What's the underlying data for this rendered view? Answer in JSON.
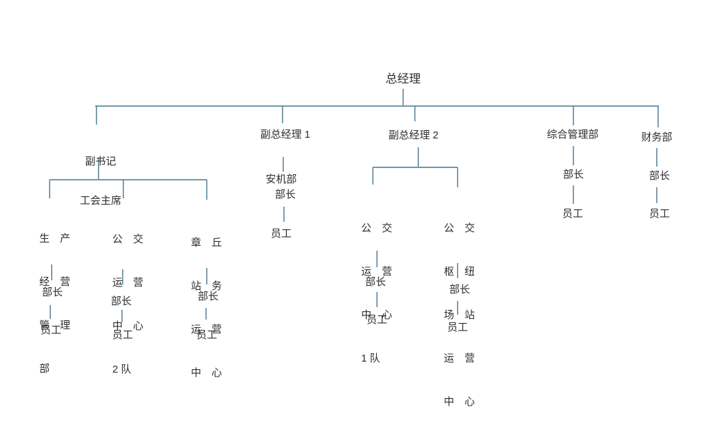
{
  "page": {
    "background": "#ffffff"
  },
  "colors": {
    "line": "#44738f",
    "text": "#2d2d2d"
  },
  "org": {
    "root": {
      "label": "总经理"
    },
    "secretary": {
      "line1": "副书记",
      "line2": "工会主席"
    },
    "gm1": {
      "label": "副总经理 1"
    },
    "gm2": {
      "label": "副总经理 2"
    },
    "admin": {
      "label": "综合管理部",
      "head": "部长",
      "staff": "员工"
    },
    "finance": {
      "label": "财务部",
      "head": "部长",
      "staff": "员工"
    },
    "gm1_branch": {
      "dept": "安机部",
      "head": "部长",
      "staff": "员工"
    },
    "secretary_branches": [
      {
        "name_lines": [
          "生　产",
          "经　营",
          "管　理",
          "部"
        ],
        "head": "部长",
        "staff": "员工"
      },
      {
        "name_lines": [
          "公　交",
          "运　营",
          "中　心",
          "2 队"
        ],
        "head": "部长",
        "staff": "员工"
      },
      {
        "name_lines": [
          "章　丘",
          "站　务",
          "运　营",
          "中　心"
        ],
        "head": "部长",
        "staff": "员工"
      }
    ],
    "gm2_branches": [
      {
        "name_lines": [
          "公　交",
          "运　营",
          "中　心",
          "1 队"
        ],
        "head": "部长",
        "staff": "员工"
      },
      {
        "name_lines": [
          "公　交",
          "枢　纽",
          "场　站",
          "运　营",
          "中　心"
        ],
        "head": "部长",
        "staff": "员工"
      }
    ]
  }
}
